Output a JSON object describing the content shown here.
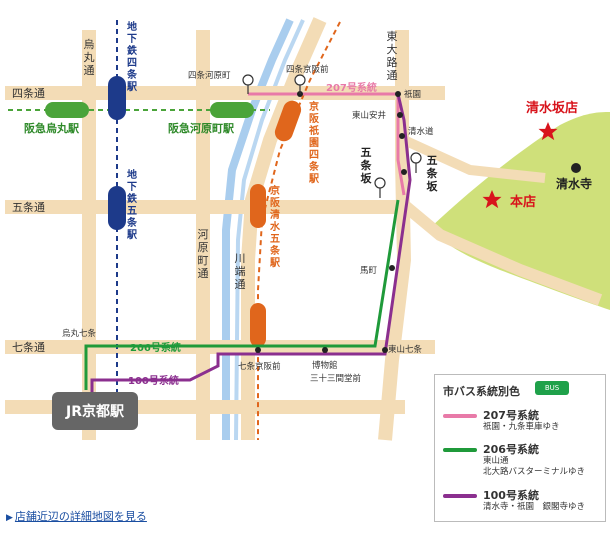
{
  "roads": {
    "shijo": "四条通",
    "gojo": "五条通",
    "shichijo": "七条通",
    "karasuma": "烏丸通",
    "kawaramachi": "河原町通",
    "kawabata": "川端通",
    "higashioji": "東大路通"
  },
  "stations": {
    "subway_shijo": "地下鉄四条駅",
    "subway_gojo": "地下鉄五条駅",
    "hankyu_karasuma": "阪急烏丸駅",
    "hankyu_kawaramachi": "阪急河原町駅",
    "keihan_gion_shijo": "京阪祇園四条駅",
    "keihan_kiyomizu_gojo": "京阪清水五条駅",
    "jr_kyoto": "JR京都駅"
  },
  "bus_stops": {
    "shijo_kawaramachi": "四条河原町",
    "shijo_keihan": "四条京阪前",
    "gion": "祇園",
    "higashiyama_yasui": "東山安井",
    "kiyomizumichi": "清水道",
    "gojozaka": "五条坂",
    "umamachi": "馬町",
    "higashiyama_shichijo": "東山七条",
    "karasuma_shichijo": "烏丸七条",
    "shichijo_keihan": "七条京阪前",
    "hakubutsukan": "博物館",
    "sanjusangendo": "三十三間堂前"
  },
  "places": {
    "kiyomizuzaka_store": "清水坂店",
    "main_store": "本店",
    "kiyomizudera": "清水寺"
  },
  "routes": {
    "r207": "207号系統",
    "r206": "206号系統",
    "r100": "100号系統"
  },
  "legend": {
    "title": "市バス系統別色",
    "bus_icon": "BUS",
    "items": [
      {
        "name": "207号系統",
        "desc": "祇園・九条車庫ゆき",
        "color": "#e87aa8"
      },
      {
        "name": "206号系統",
        "desc": "東山通\n北大路バスターミナルゆき",
        "color": "#1f9a3a"
      },
      {
        "name": "100号系統",
        "desc": "清水寺・祇園　銀閣寺ゆき",
        "color": "#8b2f8f"
      }
    ]
  },
  "footer": {
    "link": "店舗近辺の詳細地図を見る"
  },
  "colors": {
    "road": "#f3dcb6",
    "river": "#a9cdee",
    "hill": "#cfe07a",
    "subway": "#1d3a8a",
    "hankyu": "#4aa43a",
    "keihan": "#e0661c",
    "star": "#d8141c"
  }
}
